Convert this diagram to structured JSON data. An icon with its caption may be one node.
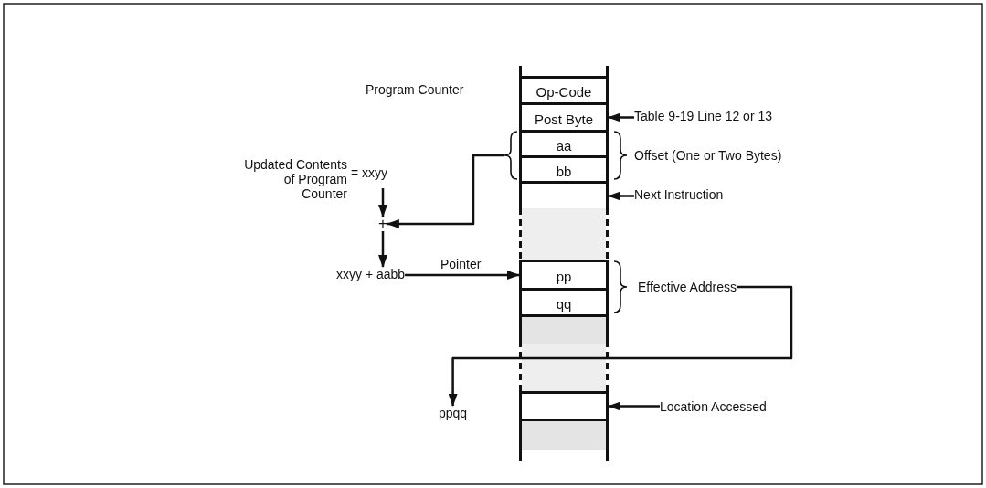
{
  "diagram": {
    "nodes": [
      {
        "text": [
          "Op-Code"
        ]
      },
      {
        "text": [
          "Post Byte"
        ]
      },
      {
        "text": [
          "aa"
        ]
      },
      {
        "text": [
          "bb"
        ]
      },
      {
        "text": [],
        "shape": "box"
      },
      {
        "text": [
          "pp"
        ]
      },
      {
        "text": [
          "qq"
        ]
      },
      {
        "text": [],
        "shape": "box"
      },
      {
        "text": [],
        "shape": "box"
      },
      {
        "text": [],
        "shape": "box"
      },
      {
        "text": [
          "Table 9-19 Line 12 or 13"
        ]
      },
      {
        "text": [
          "Next Instruction"
        ]
      },
      {
        "text": [
          "Updated Contents of Program Counter",
          "= xxyy"
        ]
      },
      {
        "text": [
          "+"
        ]
      },
      {
        "text": [
          "xxyy + aabb"
        ]
      },
      {
        "text": [
          "Effective Address"
        ]
      },
      {
        "text": [
          "ppqq"
        ]
      },
      {
        "text": [
          "Location Accessed"
        ]
      },
      {
        "text": [],
        "shape": "brace"
      }
    ],
    "edges": [
      {
        "from": 10,
        "to": 1,
        "arrow": "to"
      },
      {
        "from": 11,
        "to": 4,
        "arrow": "to"
      },
      {
        "from": 12,
        "to": 13,
        "arrow": "to"
      },
      {
        "from": 18,
        "to": 13,
        "arrow": "to"
      },
      {
        "from": 13,
        "to": 14,
        "arrow": "to"
      },
      {
        "from": 14,
        "to": 5,
        "arrow": "to",
        "label": "Pointer"
      },
      {
        "from": 15,
        "to": 16,
        "arrow": "to"
      },
      {
        "from": 17,
        "to": 8,
        "arrow": "to"
      }
    ],
    "labels": [
      "Program Counter",
      "Offset (One or Two Bytes)"
    ]
  }
}
